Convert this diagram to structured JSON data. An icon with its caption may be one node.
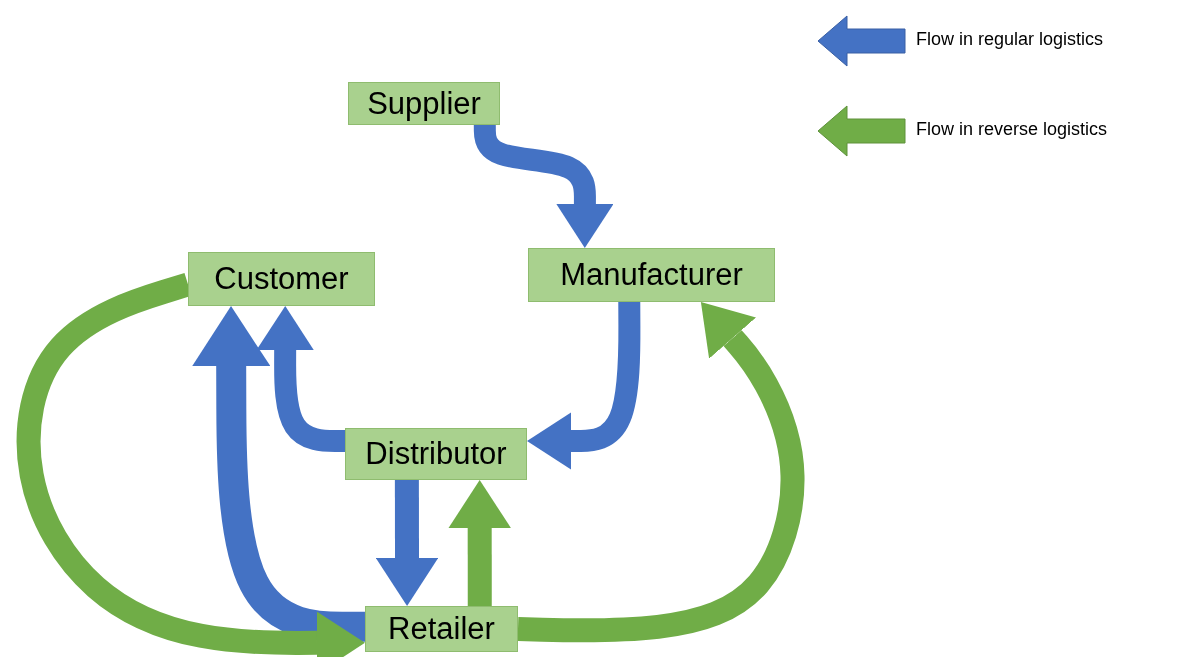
{
  "diagram": {
    "nodes": [
      {
        "text": [
          "Supplier"
        ]
      },
      {
        "text": [
          "Manufacturer"
        ]
      },
      {
        "text": [
          "Customer"
        ]
      },
      {
        "text": [
          "Distributor"
        ]
      },
      {
        "text": [
          "Retailer"
        ]
      }
    ],
    "edges": [
      {
        "from": 0,
        "to": 1,
        "arrow": "to"
      },
      {
        "from": 1,
        "to": 3,
        "arrow": "to"
      },
      {
        "from": 3,
        "to": 2,
        "arrow": "to"
      },
      {
        "from": 3,
        "to": 4,
        "arrow": "to"
      },
      {
        "from": 4,
        "to": 3,
        "arrow": "to",
        "color": "#70ad47"
      },
      {
        "from": 4,
        "to": 2,
        "arrow": "to"
      },
      {
        "from": 2,
        "to": 4,
        "arrow": "to",
        "color": "#70ad47"
      },
      {
        "from": 4,
        "to": 1,
        "arrow": "to",
        "color": "#70ad47"
      }
    ],
    "legend": [
      {
        "text": "Flow in regular logistics",
        "color": "#4472c4"
      },
      {
        "text": "Flow in reverse logistics",
        "color": "#70ad47"
      }
    ]
  }
}
